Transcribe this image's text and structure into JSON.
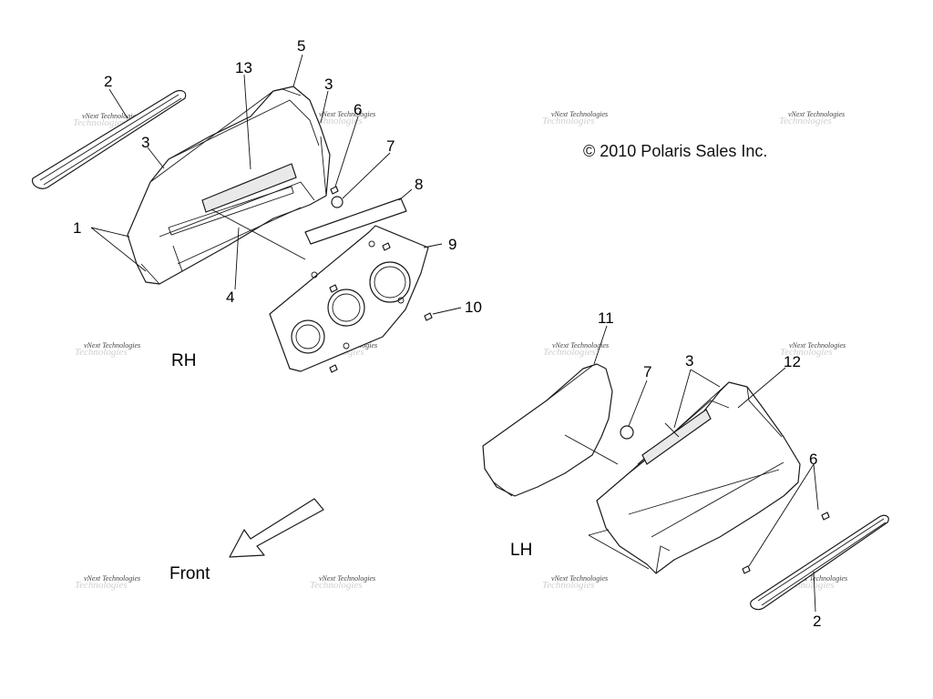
{
  "copyright": "© 2010 Polaris Sales Inc.",
  "side_labels": {
    "rh": "RH",
    "lh": "LH",
    "front": "Front"
  },
  "watermark": {
    "line1": "vNext Technologies",
    "line2": "Technologies"
  },
  "callouts": {
    "rh": [
      "2",
      "13",
      "5",
      "3",
      "6",
      "3",
      "7",
      "8",
      "1",
      "9",
      "4",
      "10"
    ],
    "lh": [
      "11",
      "7",
      "3",
      "12",
      "6",
      "2"
    ]
  },
  "colors": {
    "line": "#1a1a1a",
    "watermark": "#cfcfcf",
    "background": "#ffffff"
  }
}
